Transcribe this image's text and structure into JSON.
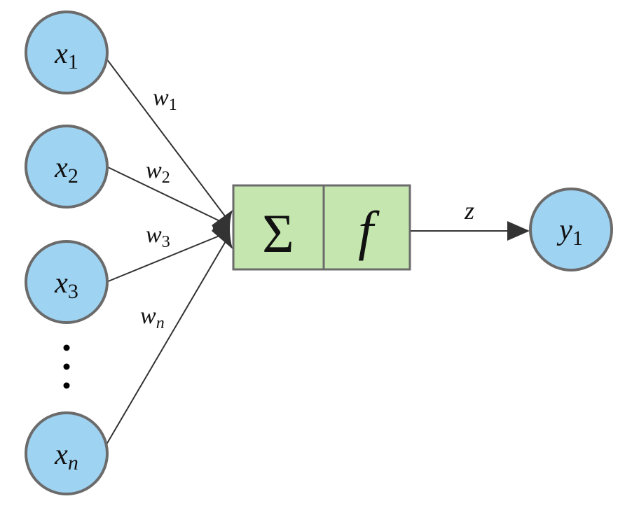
{
  "diagram": {
    "title": "",
    "inputs": [
      {
        "base": "x",
        "sub": "1"
      },
      {
        "base": "x",
        "sub": "2"
      },
      {
        "base": "x",
        "sub": "3"
      },
      {
        "base": "x",
        "sub": "n"
      }
    ],
    "ellipsis": "⋮",
    "weights": [
      {
        "base": "w",
        "sub": "1"
      },
      {
        "base": "w",
        "sub": "2"
      },
      {
        "base": "w",
        "sub": "3"
      },
      {
        "base": "w",
        "sub": "n"
      }
    ],
    "neuron": {
      "sum_symbol": "Σ",
      "activation_symbol": "f"
    },
    "output_edge_label": "z",
    "output": {
      "base": "y",
      "sub": "1"
    },
    "colors": {
      "node_fill": "#9fd3f2",
      "node_stroke": "#6b6b6b",
      "box_fill": "#c5e6ae",
      "edge": "#333333"
    }
  }
}
